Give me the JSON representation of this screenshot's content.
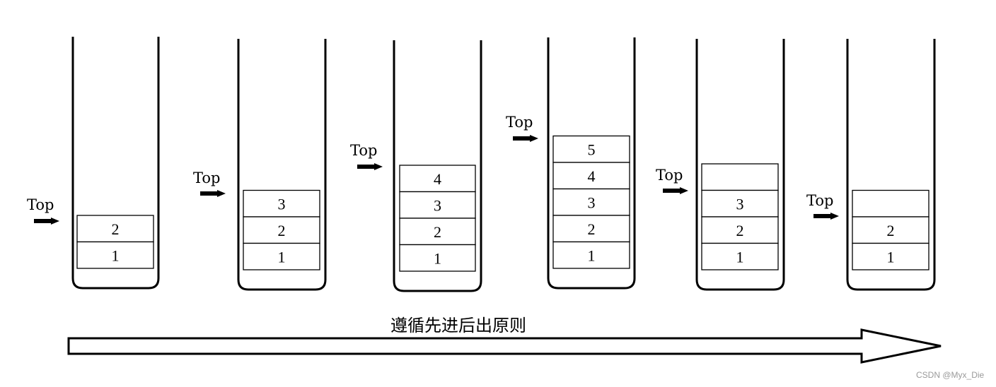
{
  "top_label": "Top",
  "stacks": [
    {
      "cells": [
        "2",
        "1"
      ]
    },
    {
      "cells": [
        "3",
        "2",
        "1"
      ]
    },
    {
      "cells": [
        "4",
        "3",
        "2",
        "1"
      ]
    },
    {
      "cells": [
        "5",
        "4",
        "3",
        "2",
        "1"
      ]
    },
    {
      "cells": [
        "",
        "3",
        "2",
        "1"
      ]
    },
    {
      "cells": [
        "",
        "2",
        "1"
      ]
    }
  ],
  "caption": "遵循先进后出原则",
  "watermark": "CSDN @Myx_Die"
}
